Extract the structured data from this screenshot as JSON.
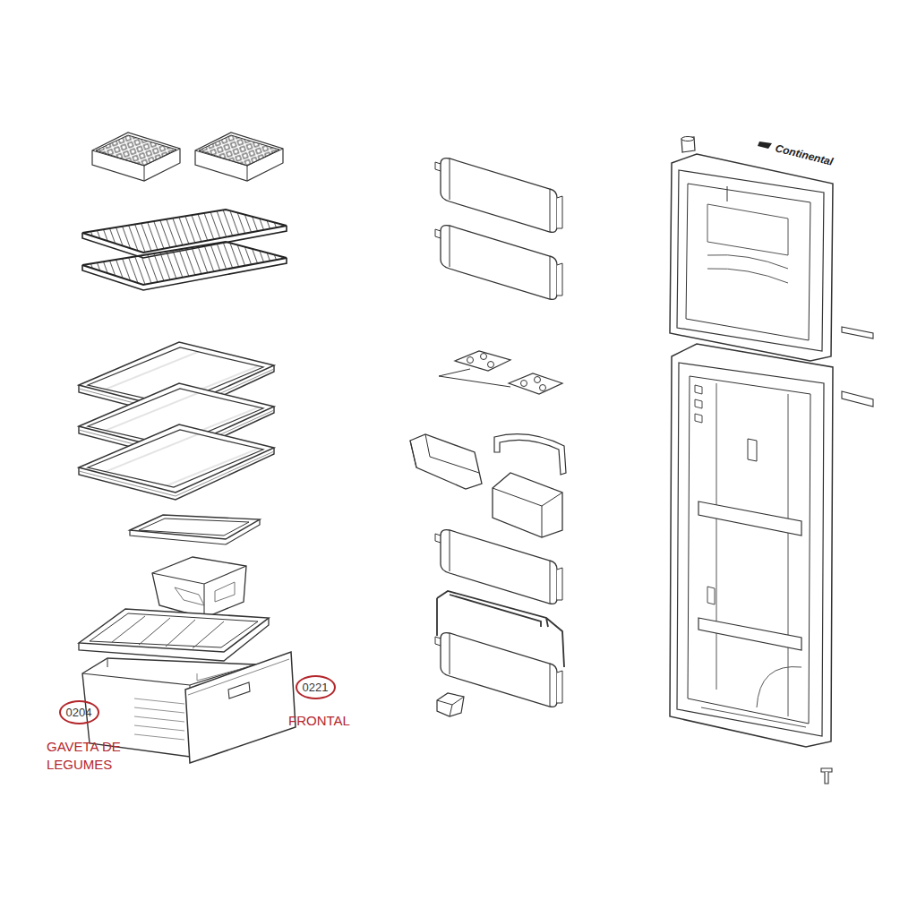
{
  "diagram": {
    "nodes": [
      {
        "text": [
          "0204",
          "GAVETA DE LEGUMES"
        ]
      },
      {
        "text": [
          "0221",
          "FRONTAL"
        ]
      }
    ],
    "labels": [
      "Continental"
    ]
  }
}
